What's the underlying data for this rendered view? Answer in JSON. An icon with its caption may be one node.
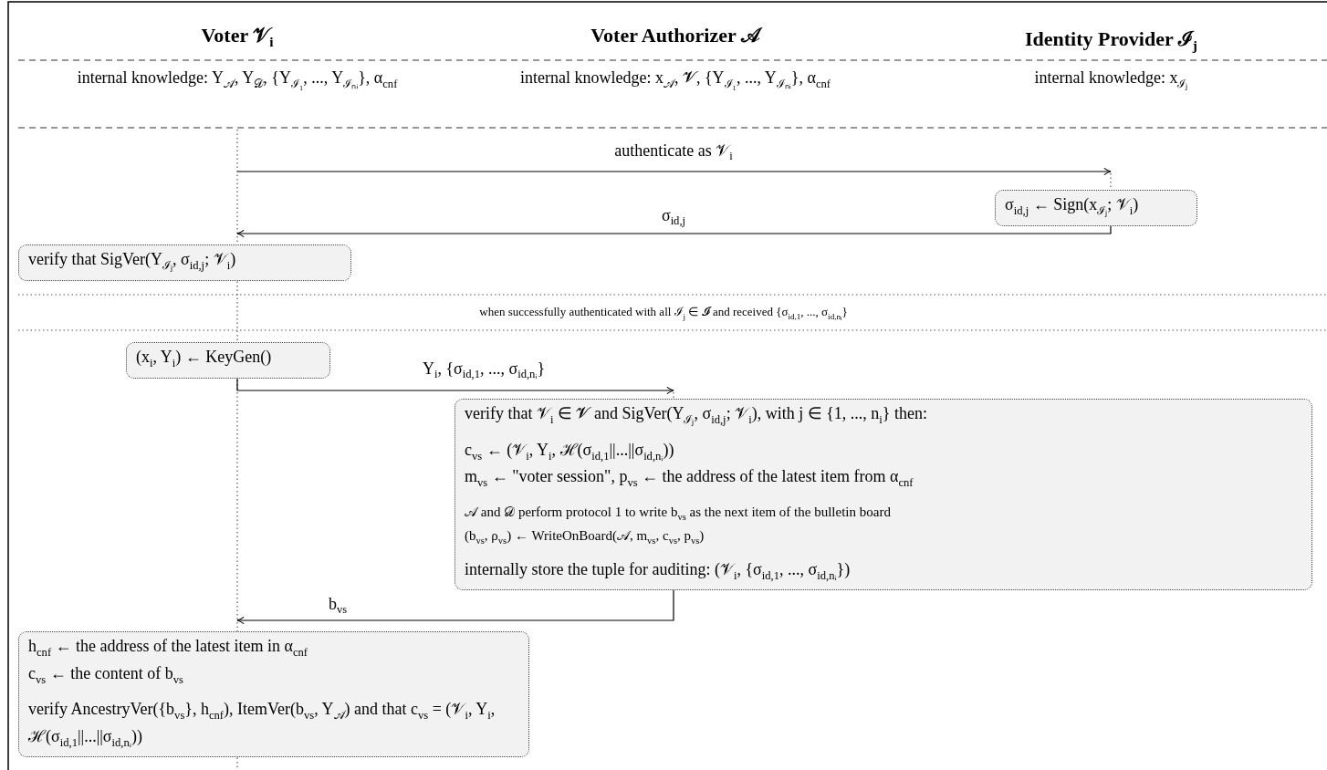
{
  "diagram": {
    "nodes": [
      {
        "text": [
          "Voter 𝒱$_{i}$",
          "internal knowledge: Y$_{𝒜}$, Y$_{𝒟}$, {Y$_{ℐ₁}$, ..., Y$_{ℐₙᵢ}$}, α$_{cnf}$"
        ]
      },
      {
        "text": [
          "Voter Authorizer 𝒜",
          "internal knowledge: x$_{𝒜}$, 𝓥, {Y$_{ℐ₁}$, ..., Y$_{ℐₙᵢ}$}, α$_{cnf}$"
        ]
      },
      {
        "text": [
          "Identity Provider ℐ$_{j}$",
          "internal knowledge: x$_{ℐⱼ}$"
        ]
      },
      {
        "text": [
          "σ$_{id,j}$ ← Sign(x$_{ℐⱼ}$; 𝒱$_{i}$)"
        ]
      },
      {
        "text": [
          "verify that SigVer(Y$_{ℐⱼ}$, σ$_{id,j}$; 𝒱$_{i}$)"
        ]
      },
      {
        "text": [
          "(x$_{i}$, Y$_{i}$) ← KeyGen()"
        ]
      },
      {
        "text": [
          "verify that 𝒱$_{i}$ ∈ 𝓥 and SigVer(Y$_{ℐⱼ}$, σ$_{id,j}$; 𝒱$_{i}$), with j ∈ {1, ..., n$_{i}$} then:",
          "c$_{vs}$ ← (𝒱$_{i}$, Y$_{i}$, ℋ(σ$_{id,1}$||...||σ$_{id,nᵢ}$))",
          "m$_{vs}$ ← \"voter session\", p$_{vs}$ ← the address of the latest item from α$_{cnf}$",
          "𝒜 and 𝒟 perform protocol 1 to write b$_{vs}$ as the next item of the bulletin board",
          "(b$_{vs}$, ρ$_{vs}$) ← WriteOnBoard(𝒜, m$_{vs}$, c$_{vs}$, p$_{vs}$)",
          "internally store the tuple for auditing: (𝒱$_{i}$, {σ$_{id,1}$, ..., σ$_{id,nᵢ}$})"
        ]
      },
      {
        "text": [
          "h$_{cnf}$ ← the address of the latest item in α$_{cnf}$",
          "c$_{vs}$ ← the content of b$_{vs}$",
          "verify AncestryVer({b$_{vs}$}, h$_{cnf}$), ItemVer(b$_{vs}$, Y$_{𝒜}$) and that c$_{vs}$ = (𝒱$_{i}$, Y$_{i}$, ℋ(σ$_{id,1}$||...||σ$_{id,nᵢ}$))"
        ]
      }
    ],
    "edges": [
      {
        "from": 0,
        "to": 3,
        "arrow": "to",
        "label": "authenticate as 𝒱$_{i}$"
      },
      {
        "from": 3,
        "to": 4,
        "arrow": "to",
        "label": "σ$_{id,j}$"
      },
      {
        "from": 5,
        "to": 6,
        "arrow": "to",
        "label": "Y$_{i}$, {σ$_{id,1}$, ..., σ$_{id,nᵢ}$}"
      },
      {
        "from": 6,
        "to": 7,
        "arrow": "to",
        "label": "b$_{vs}$"
      }
    ],
    "labels": [
      "when successfully authenticated with all ℐ$_{j}$ ∈ 𝓘 and received {σ$_{id,1}$, ..., σ$_{id,nᵢ}$}"
    ]
  }
}
